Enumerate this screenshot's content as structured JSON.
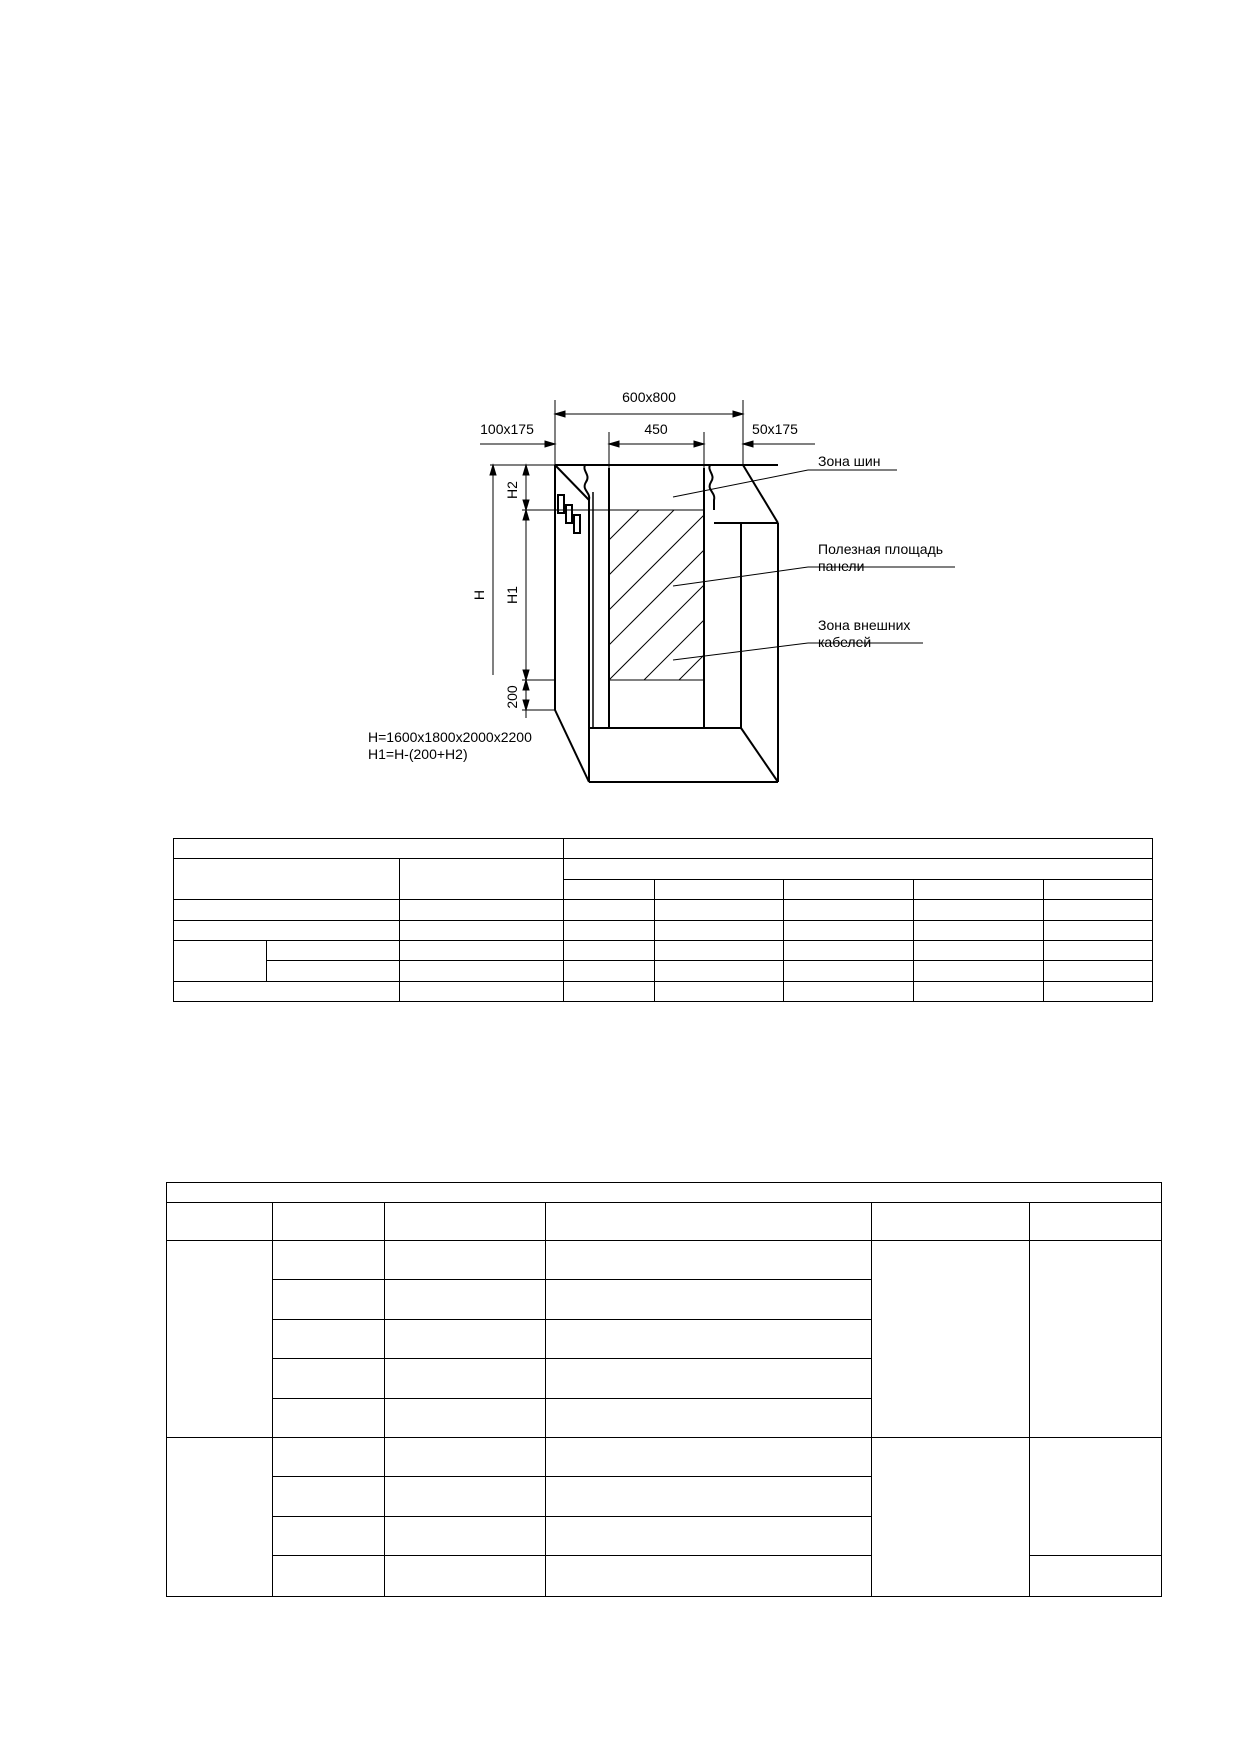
{
  "drawing": {
    "dim_total": "600x800",
    "dim_left": "100x175",
    "dim_middle": "450",
    "dim_right": "50x175",
    "dim_H": "H",
    "dim_H1": "H1",
    "dim_H2": "H2",
    "dim_200": "200",
    "callout_busbar": "Зона шин",
    "callout_usable_line1": "Полезная площадь",
    "callout_usable_line2": "панели",
    "callout_cables_line1": "Зона внешних",
    "callout_cables_line2": "кабелей",
    "formula_H": "H=1600x1800x2000x2200",
    "formula_H1": "H1=H-(200+H2)"
  }
}
